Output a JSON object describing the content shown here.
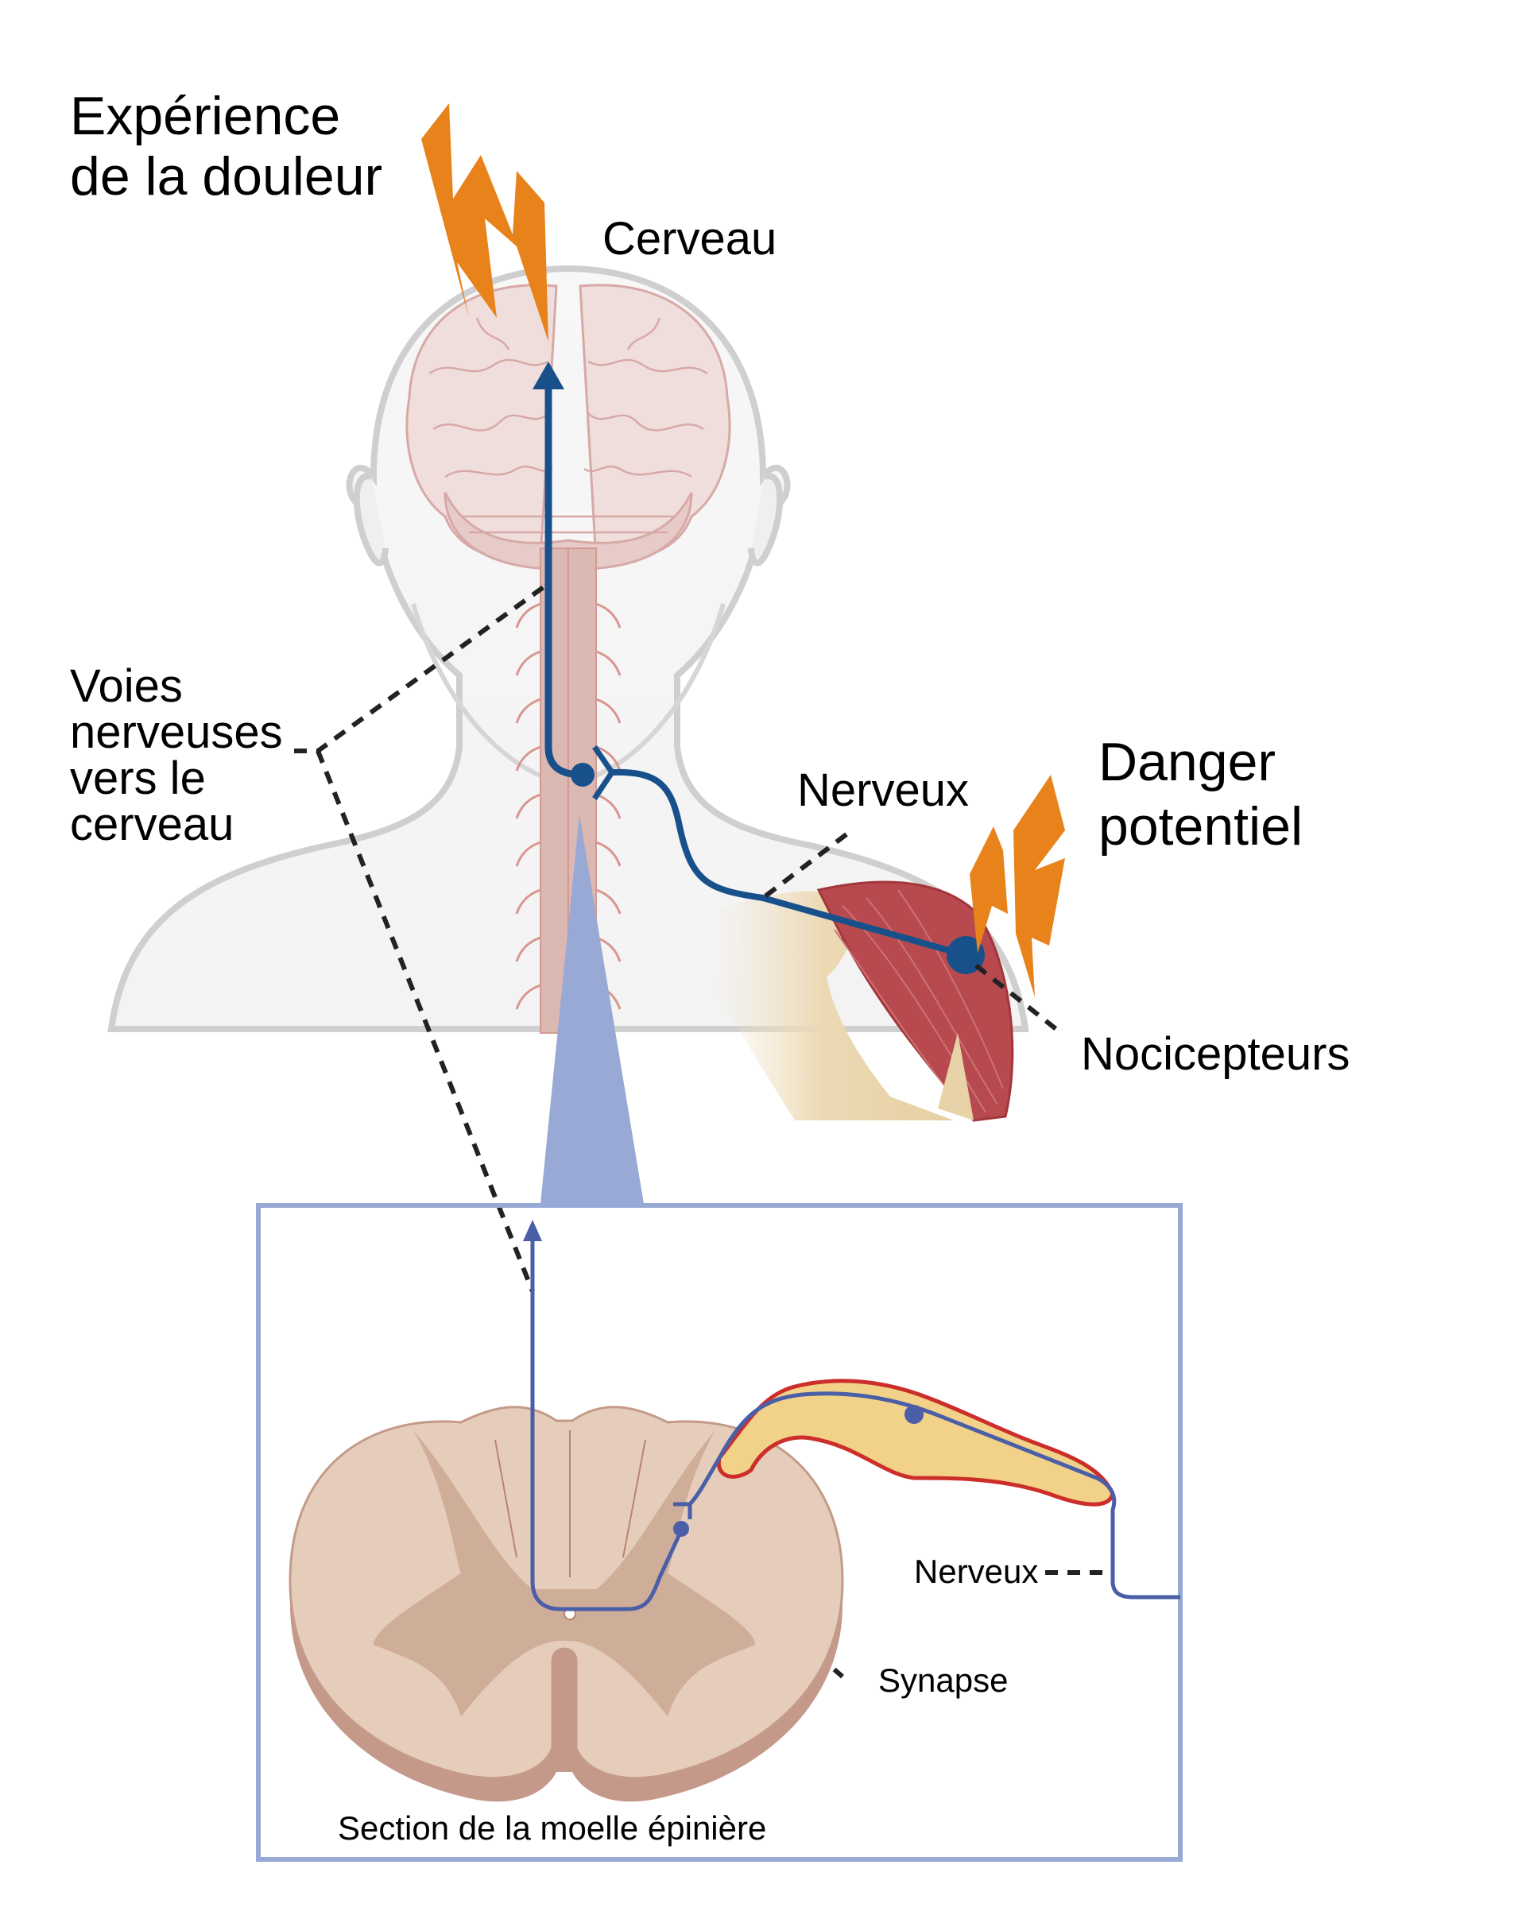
{
  "labels": {
    "pain_experience_line1": "Expérience",
    "pain_experience_line2": "de la douleur",
    "brain": "Cerveau",
    "pathways_line1": "Voies",
    "pathways_line2": "nerveuses",
    "pathways_line3": "vers le",
    "pathways_line4": "cerveau",
    "nerve_top": "Nerveux",
    "danger_line1": "Danger",
    "danger_line2": "potentiel",
    "nociceptors": "Nocicepteurs",
    "nerve_inset": "Nerveux",
    "synapse": "Synapse",
    "section_caption": "Section de la moelle épinière"
  },
  "colors": {
    "pathway_blue": "#17508a",
    "inset_blue": "#4a5fa8",
    "bolt_orange": "#e8821a",
    "inset_border": "#97a9d4",
    "muscle_red": "#b84a4f",
    "cord_pink": "#dcb8b2",
    "brain_pink": "#f0dedc",
    "ganglion_yellow": "#f1d288",
    "section_tan": "#e6cdbb"
  }
}
